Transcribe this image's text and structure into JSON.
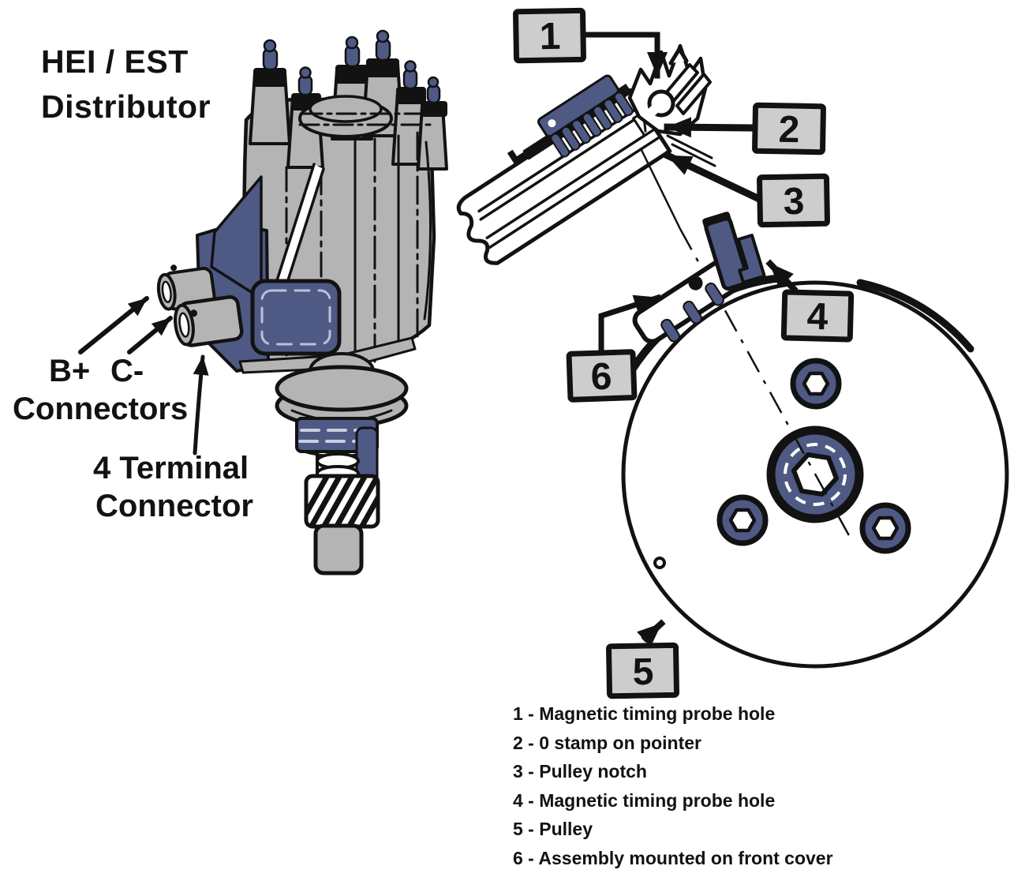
{
  "title": {
    "line1": "HEI / EST",
    "line2": "Distributor"
  },
  "labels": {
    "b_plus": "B+",
    "c_minus": "C-",
    "connectors": "Connectors",
    "terminal_line1": "4 Terminal",
    "terminal_line2": "Connector"
  },
  "callouts": [
    "1",
    "2",
    "3",
    "4",
    "5",
    "6"
  ],
  "legend": {
    "items": [
      "1 - Magnetic timing probe hole",
      "2 - 0 stamp on pointer",
      "3 - Pulley notch",
      "4 - Magnetic timing probe hole",
      "5 - Pulley",
      "6 - Assembly mounted on front cover"
    ]
  },
  "colors": {
    "background": "#ffffff",
    "line_black": "#121212",
    "metal_gray": "#b4b4b4",
    "accent_blue": "#4e5a84",
    "callout_fill": "#cdcdcd"
  }
}
